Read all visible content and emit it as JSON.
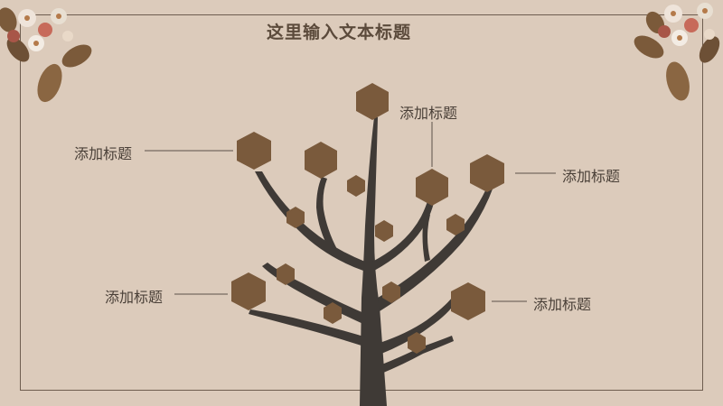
{
  "slide": {
    "title": "这里输入文本标题"
  },
  "labels": {
    "top_center": "添加标题",
    "left_upper": "添加标题",
    "right_upper": "添加标题",
    "left_lower": "添加标题",
    "right_lower": "添加标题"
  },
  "colors": {
    "background": "#dccbbb",
    "hexagon": "#7a5a3c",
    "trunk": "#3f3a36",
    "line": "#5b5148",
    "frame": "#6e5d4f",
    "text": "#4a4038"
  },
  "icons": {
    "corner_top_left": "flower-bouquet-icon",
    "corner_top_right": "flower-bouquet-icon"
  }
}
